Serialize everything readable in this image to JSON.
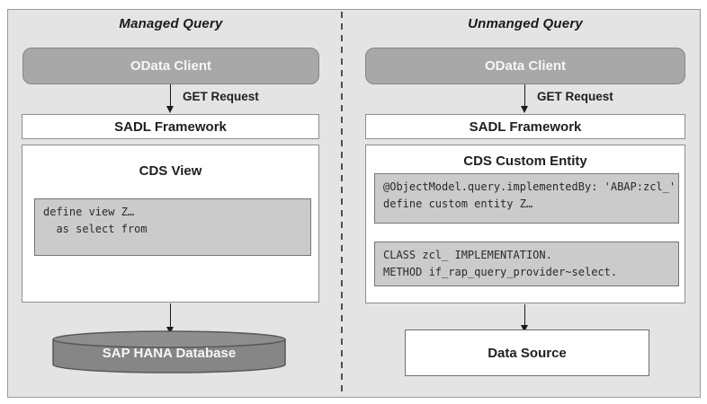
{
  "managed": {
    "title": "Managed Query",
    "odata_label": "OData Client",
    "get_request_label": "GET Request",
    "sadl_label": "SADL Framework",
    "cds_title": "CDS View",
    "code_line1": "define view Z…",
    "code_line2": "  as select from",
    "database_label": "SAP HANA Database"
  },
  "unmanaged": {
    "title": "Unmanged Query",
    "odata_label": "OData Client",
    "get_request_label": "GET Request",
    "sadl_label": "SADL Framework",
    "cds_title": "CDS Custom Entity",
    "code_block1_line1": "@ObjectModel.query.implementedBy: 'ABAP:zcl_'",
    "code_block1_line2": "define custom entity Z…",
    "code_block2_line1": "CLASS zcl_ IMPLEMENTATION.",
    "code_block2_line2": "METHOD if_rap_query_provider~select.",
    "datasource_label": "Data Source"
  },
  "colors": {
    "frame_background": "#e4e4e4",
    "odata_fill": "#a8a8a8",
    "code_fill": "#cbcbcb",
    "cylinder_fill": "#868686",
    "box_border": "#8e8e8e"
  }
}
